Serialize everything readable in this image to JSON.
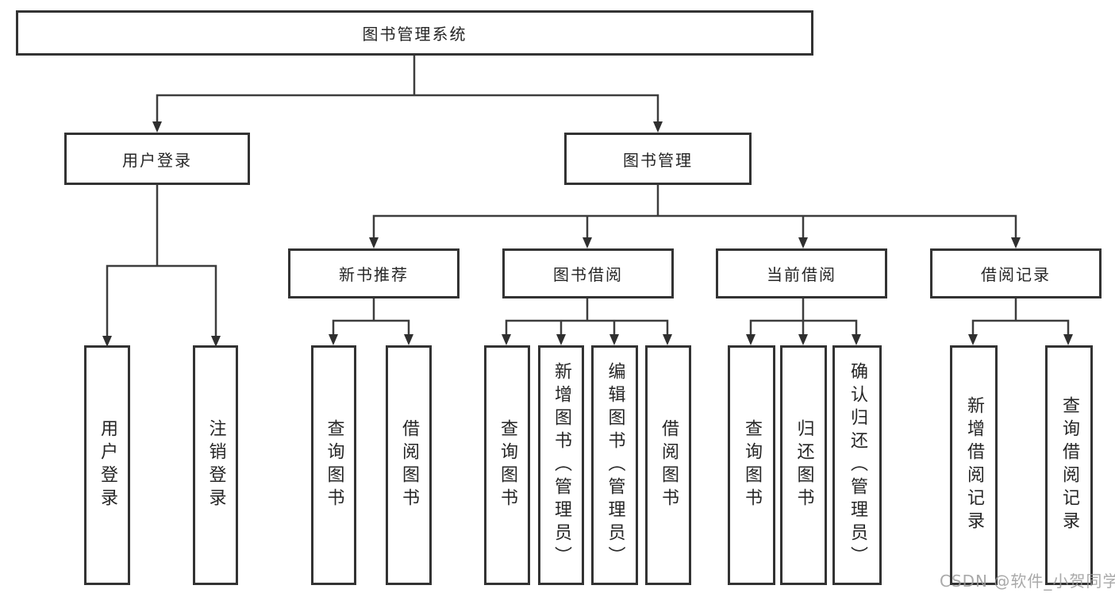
{
  "diagram": {
    "title": "图书管理系统",
    "level2": {
      "user_login": "用户登录",
      "book_management": "图书管理"
    },
    "level3": {
      "new_book_recommend": "新书推荐",
      "book_borrow": "图书借阅",
      "current_borrow": "当前借阅",
      "borrow_records": "借阅记录"
    },
    "leaves": {
      "user_login": "用户登录",
      "logout": "注销登录",
      "nb_query_book": "查询图书",
      "nb_borrow_book": "借阅图书",
      "bb_query_book": "查询图书",
      "bb_add_book": "新增图书（管理员）",
      "bb_edit_book": "编辑图书（管理员）",
      "bb_borrow_book": "借阅图书",
      "cb_query_book": "查询图书",
      "cb_return_book": "归还图书",
      "cb_confirm_return": "确认归还（管理员）",
      "rec_add_record": "新增借阅记录",
      "rec_query_record": "查询借阅记录"
    }
  },
  "watermark": "CSDN @软件_小贺同学",
  "colors": {
    "border": "#333333",
    "line": "#3d3d3d",
    "text": "#262626",
    "watermark": "#9b9b9b",
    "background": "#ffffff"
  }
}
